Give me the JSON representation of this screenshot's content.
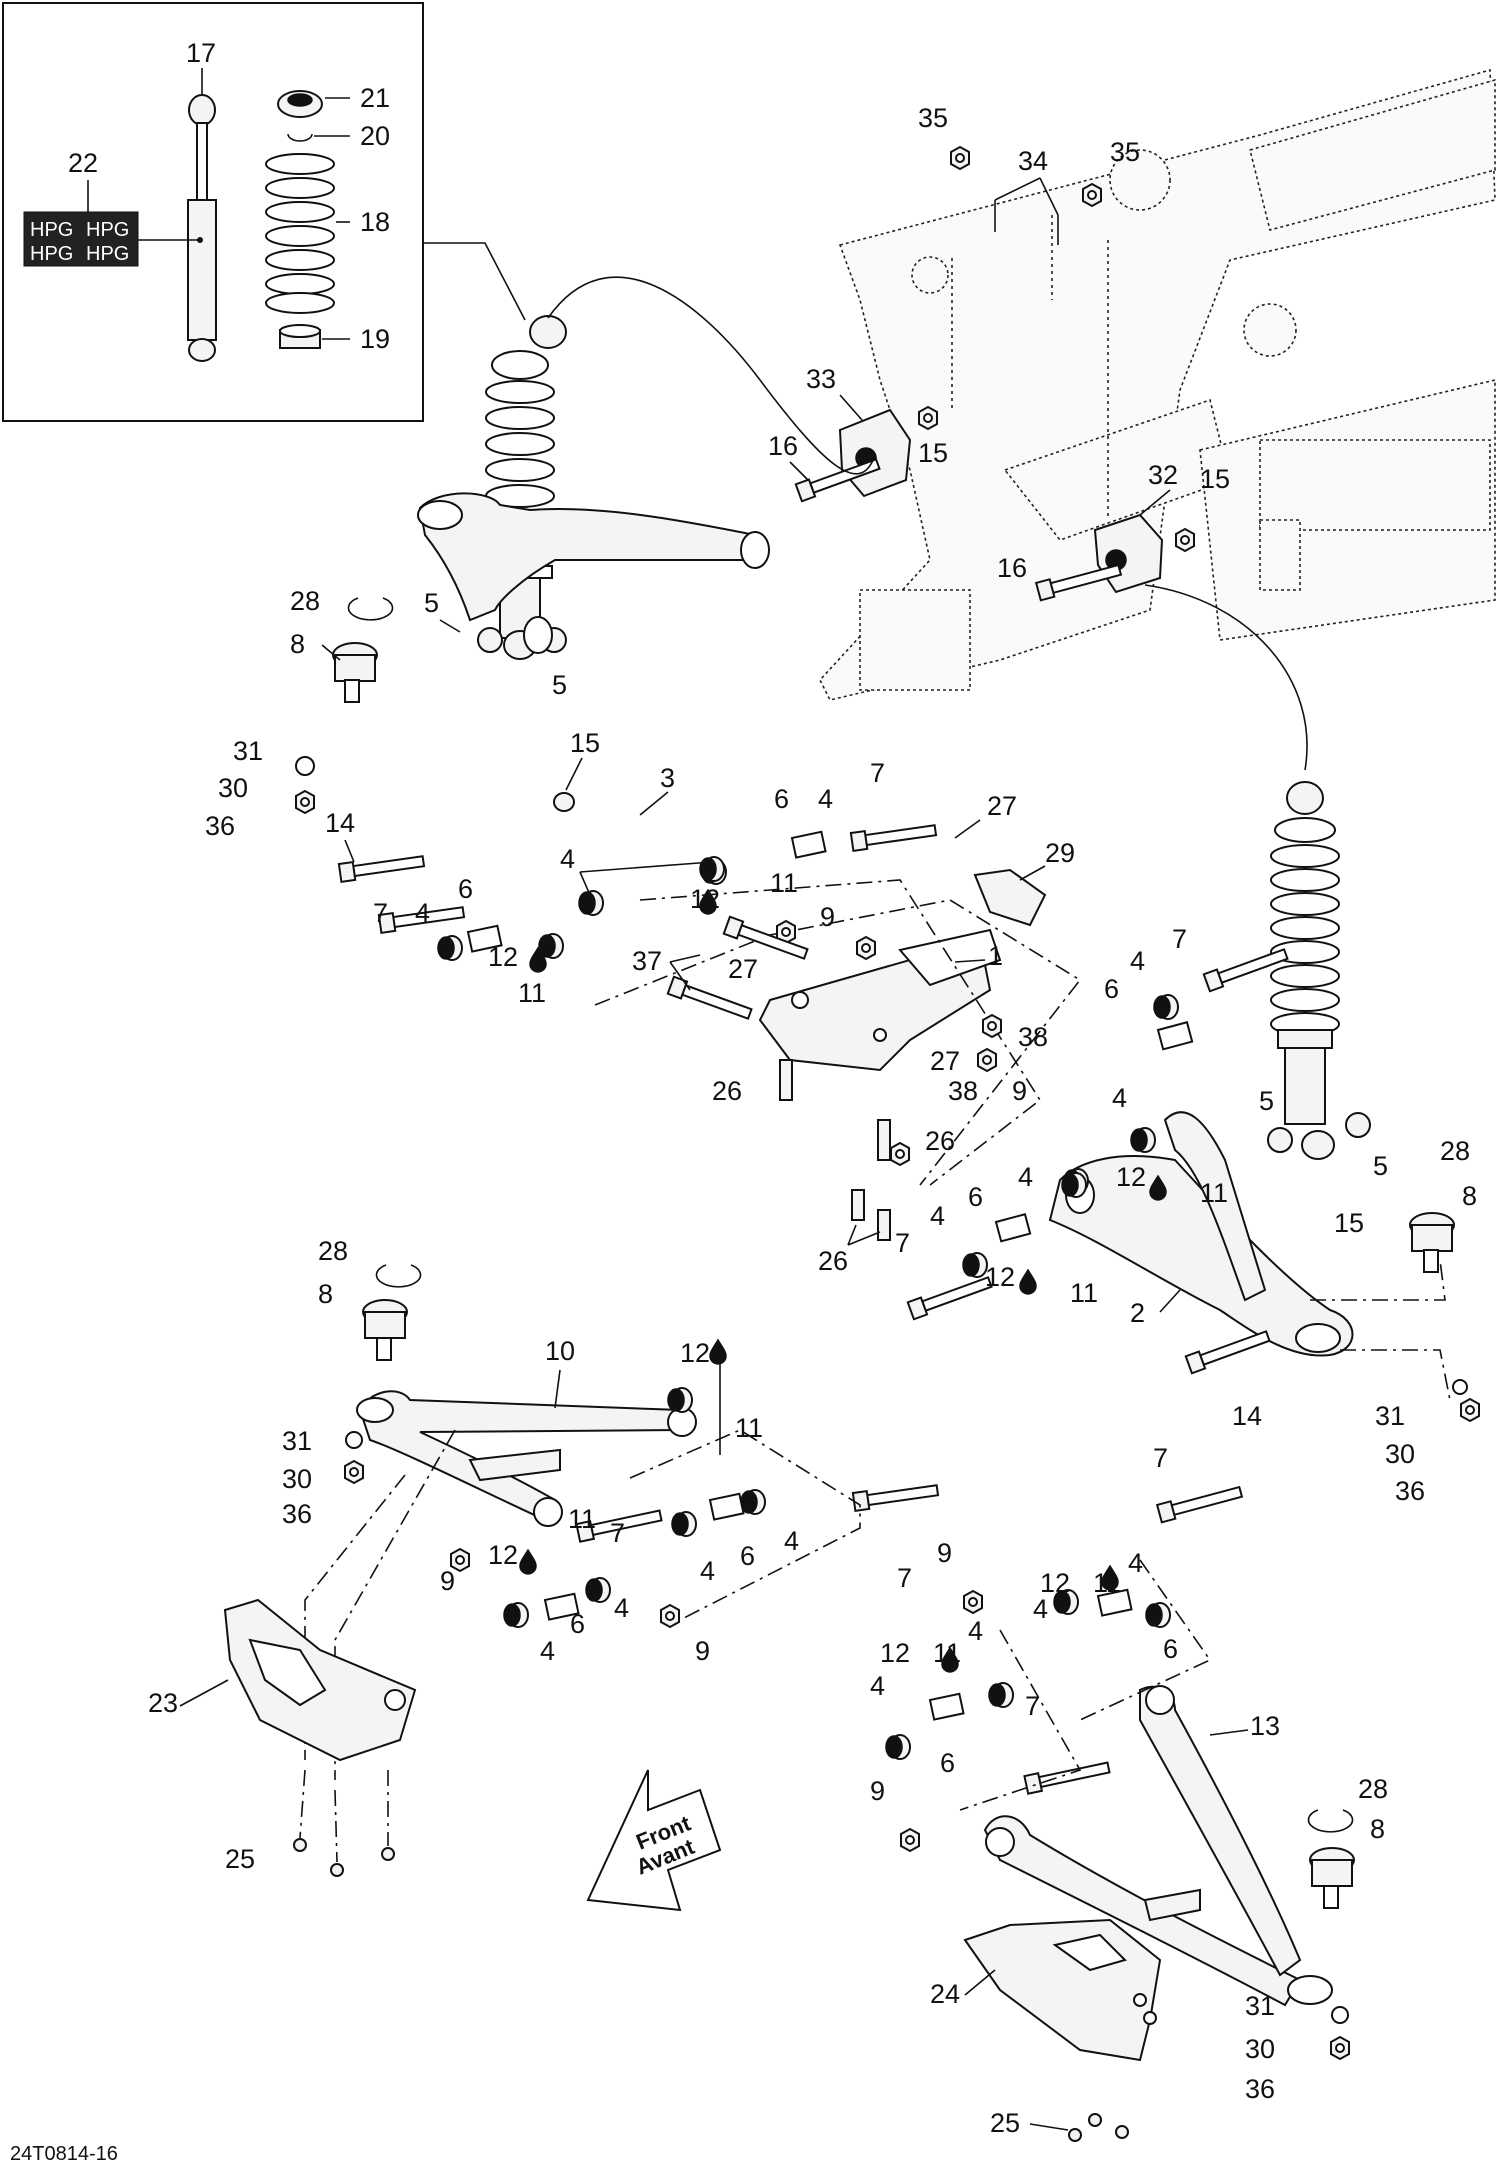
{
  "figure_id": "24T0814-16",
  "orientation": {
    "front_label": "Front",
    "avant_label": "Avant"
  },
  "inset": {
    "shock_brand_text": "HPG"
  },
  "callouts": {
    "c1": "1",
    "c2": "2",
    "c3": "3",
    "c4": "4",
    "c5": "5",
    "c6": "6",
    "c7": "7",
    "c8": "8",
    "c9": "9",
    "c10": "10",
    "c11": "11",
    "c12": "12",
    "c13": "13",
    "c14": "14",
    "c15": "15",
    "c16": "16",
    "c17": "17",
    "c18": "18",
    "c19": "19",
    "c20": "20",
    "c21": "21",
    "c22": "22",
    "c23": "23",
    "c24": "24",
    "c25": "25",
    "c26": "26",
    "c27": "27",
    "c28": "28",
    "c29": "29",
    "c30": "30",
    "c31": "31",
    "c32": "32",
    "c33": "33",
    "c34": "34",
    "c35": "35",
    "c36": "36",
    "c37": "37",
    "c38": "38"
  },
  "colors": {
    "ink": "#111111",
    "paper": "#ffffff",
    "part_fill": "#f4f4f4"
  }
}
